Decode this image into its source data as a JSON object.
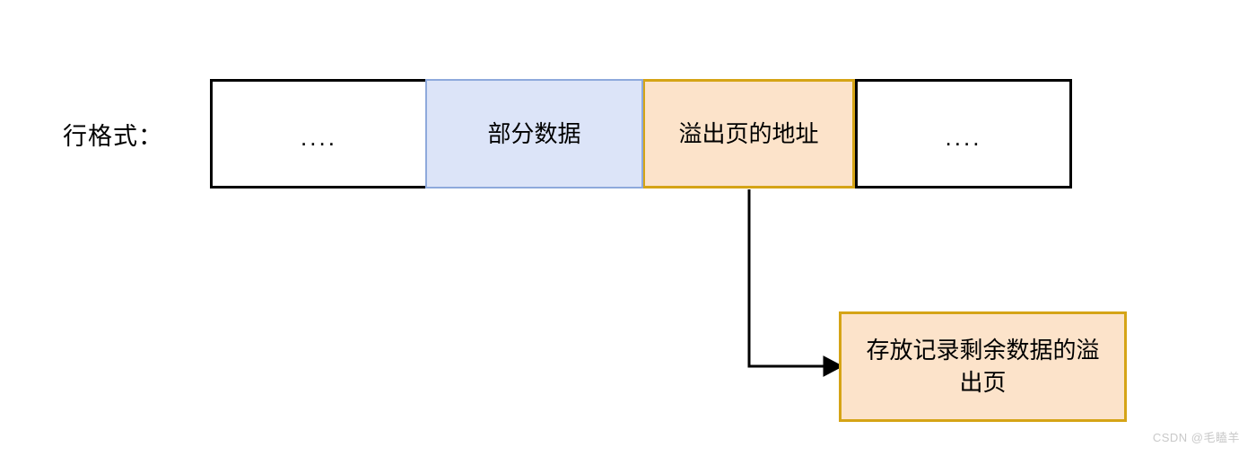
{
  "diagram": {
    "label": "行格式：",
    "row_cells": [
      {
        "text": "....",
        "kind": "plain"
      },
      {
        "text": "部分数据",
        "kind": "blue"
      },
      {
        "text": "溢出页的地址",
        "kind": "orange"
      },
      {
        "text": "....",
        "kind": "plain"
      }
    ],
    "overflow_box": {
      "text": "存放记录剩余数据的溢出页"
    },
    "connector": {
      "from": "溢出页的地址",
      "to": "存放记录剩余数据的溢出页",
      "style": "elbow-arrow"
    }
  },
  "colors": {
    "blue_fill": "#dce4f8",
    "blue_border": "#8ea9dc",
    "orange_fill": "#fce3ca",
    "orange_border": "#d5a416",
    "plain_border": "#000000",
    "background": "#ffffff",
    "watermark": "#c9c9c9"
  },
  "watermark": {
    "text": "CSDN @毛瞌羊"
  }
}
